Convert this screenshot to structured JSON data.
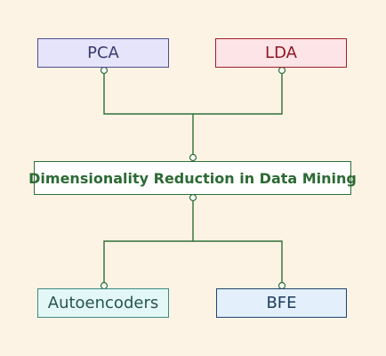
{
  "diagram": {
    "top_nodes": [
      {
        "label": "PCA"
      },
      {
        "label": "LDA"
      }
    ],
    "center_node": {
      "label": "Dimensionality Reduction in Data Mining"
    },
    "bottom_nodes": [
      {
        "label": "Autoencoders"
      },
      {
        "label": "BFE"
      }
    ],
    "colors": {
      "background": "#fdf3e5",
      "connector": "#2e6f3a"
    }
  }
}
